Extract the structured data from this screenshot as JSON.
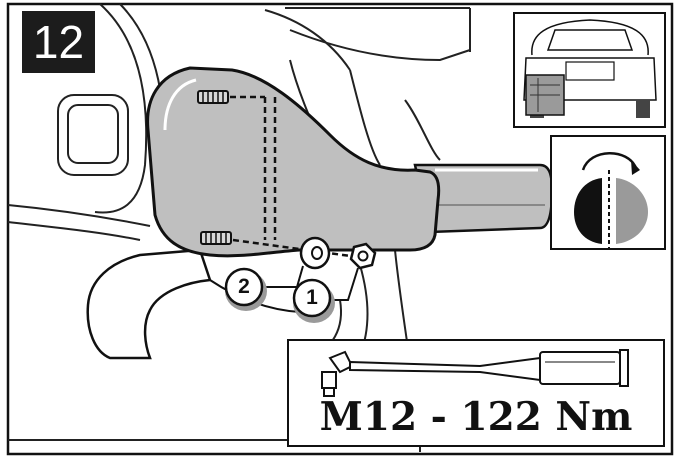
{
  "step": {
    "number": "12"
  },
  "callouts": [
    {
      "label": "2",
      "part": "washer"
    },
    {
      "label": "1",
      "part": "nut"
    }
  ],
  "torque": {
    "text": "M12 - 122 Nm"
  },
  "icons": {
    "vehicle_location": "car-rear-location-icon",
    "adhesive": "thread-lock-adhesive-icon",
    "tool": "torque-wrench-icon"
  },
  "colors": {
    "bracket_fill": "#bfbfbf",
    "line": "#111111",
    "badge": "#1c1c1c"
  }
}
